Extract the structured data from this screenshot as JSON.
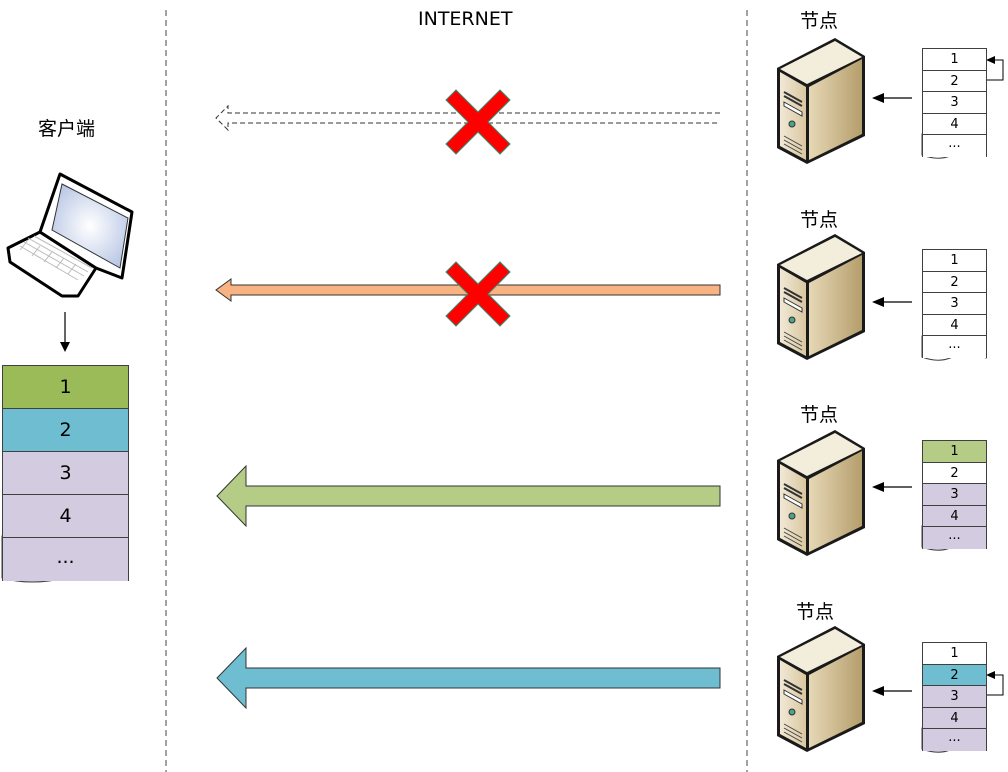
{
  "diagram": {
    "internet_label": "INTERNET",
    "client": {
      "label": "客户端",
      "icon": "laptop-icon",
      "blocks": [
        {
          "label": "1",
          "color": "#9BBB59"
        },
        {
          "label": "2",
          "color": "#6FBDD1"
        },
        {
          "label": "3",
          "color": "#D3CBE0"
        },
        {
          "label": "4",
          "color": "#D3CBE0"
        },
        {
          "label": "...",
          "color": "#D3CBE0"
        }
      ]
    },
    "nodes": [
      {
        "label": "节点",
        "icon": "server-icon",
        "connection": {
          "style": "dashed-outline",
          "color": "#FFFFFF",
          "blocked": true
        },
        "loop_arrow": "2→1",
        "blocks": [
          {
            "label": "1",
            "color": "#FFFFFF"
          },
          {
            "label": "2",
            "color": "#FFFFFF"
          },
          {
            "label": "3",
            "color": "#FFFFFF"
          },
          {
            "label": "4",
            "color": "#FFFFFF"
          },
          {
            "label": "...",
            "color": "#FFFFFF"
          }
        ]
      },
      {
        "label": "节点",
        "icon": "server-icon",
        "connection": {
          "style": "thin",
          "color": "#F9B383",
          "blocked": true
        },
        "blocks": [
          {
            "label": "1",
            "color": "#FFFFFF"
          },
          {
            "label": "2",
            "color": "#FFFFFF"
          },
          {
            "label": "3",
            "color": "#FFFFFF"
          },
          {
            "label": "4",
            "color": "#FFFFFF"
          },
          {
            "label": "...",
            "color": "#FFFFFF"
          }
        ]
      },
      {
        "label": "节点",
        "icon": "server-icon",
        "connection": {
          "style": "thick",
          "color": "#B5CC87",
          "blocked": false
        },
        "blocks": [
          {
            "label": "1",
            "color": "#B5CC87"
          },
          {
            "label": "2",
            "color": "#FFFFFF"
          },
          {
            "label": "3",
            "color": "#D3CBE0"
          },
          {
            "label": "4",
            "color": "#D3CBE0"
          },
          {
            "label": "...",
            "color": "#D3CBE0"
          }
        ]
      },
      {
        "label": "节点",
        "icon": "server-icon",
        "connection": {
          "style": "thick",
          "color": "#6FBDD1",
          "blocked": false
        },
        "loop_arrow": "3→2",
        "blocks": [
          {
            "label": "1",
            "color": "#FFFFFF"
          },
          {
            "label": "2",
            "color": "#6FBDD1"
          },
          {
            "label": "3",
            "color": "#D3CBE0"
          },
          {
            "label": "4",
            "color": "#D3CBE0"
          },
          {
            "label": "...",
            "color": "#D3CBE0"
          }
        ]
      }
    ],
    "blocked_color": "#FF0000"
  }
}
